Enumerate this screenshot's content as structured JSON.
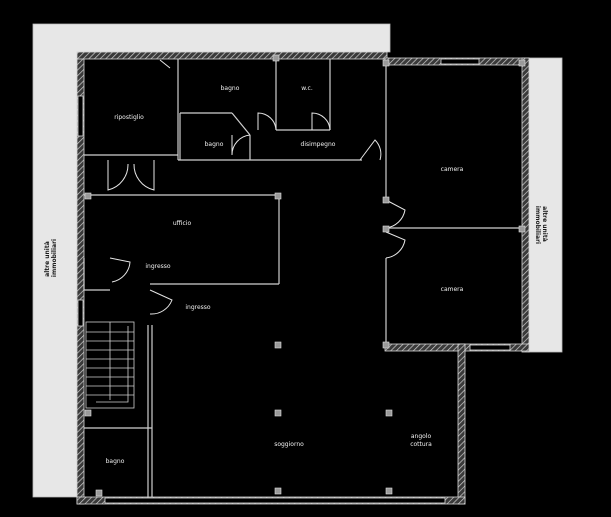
{
  "rooms": {
    "ripostiglio": "ripostiglio",
    "bagno_top": "bagno",
    "wc": "w.c.",
    "bagno_small": "bagno",
    "disimpegno": "disimpegno",
    "camera_1": "camera",
    "camera_2": "camera",
    "ufficio": "ufficio",
    "ingresso_1": "ingresso",
    "ingresso_2": "ingresso",
    "soggiorno": "soggiorno",
    "angolo_cottura_1": "angolo",
    "angolo_cottura_2": "cottura",
    "bagno_bottom": "bagno"
  },
  "neighbours": {
    "left_1": "altre unità",
    "left_2": "immobiliari",
    "right_1": "altre unità",
    "right_2": "immobiliari"
  }
}
